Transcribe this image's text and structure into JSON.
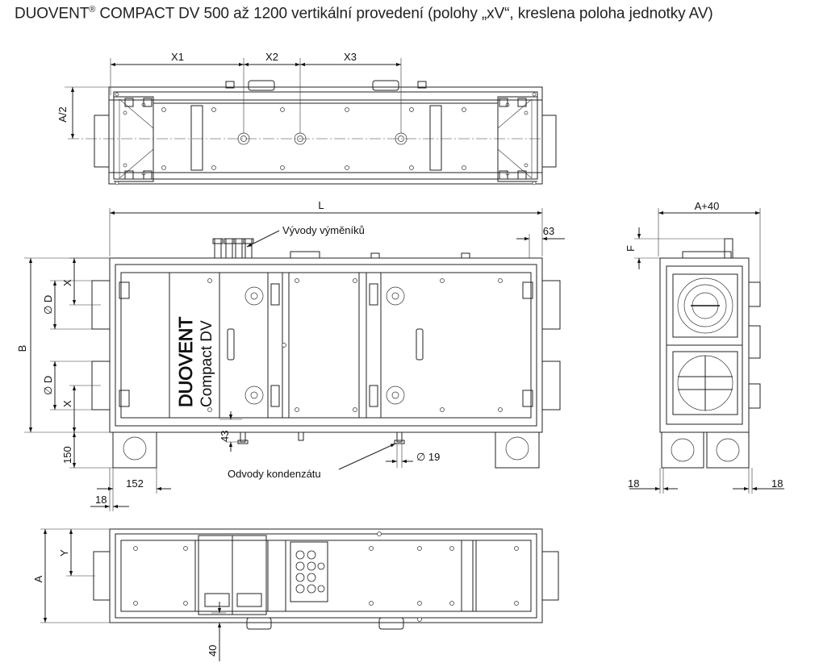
{
  "title": {
    "brand": "DUOVENT",
    "reg": "®",
    "rest": " COMPACT DV 500 až 1200 vertikální provedení  (polohy „xV“, kreslena poloha jednotky AV)"
  },
  "top_view": {
    "x1": "X1",
    "x2": "X2",
    "x3": "X3",
    "a_half": "A/2"
  },
  "front_view": {
    "l": "L",
    "d63": "63",
    "b": "B",
    "phi_d_upper": "∅ D",
    "phi_d_lower": "∅ D",
    "x_upper": "X",
    "x_lower": "X",
    "d150": "150",
    "d152": "152",
    "d18": "18",
    "d43": "43",
    "d19": "∅ 19",
    "outlets_label": "Vývody výměníků",
    "condensate_label": "Odvody kondenzátu",
    "brand_text": "DUOVENT",
    "model_text": "Compact DV"
  },
  "side_view": {
    "a40": "A+40",
    "f": "F",
    "d18_left": "18",
    "d18_right": "18"
  },
  "bottom_view": {
    "a": "A",
    "y": "Y",
    "d40": "40"
  }
}
